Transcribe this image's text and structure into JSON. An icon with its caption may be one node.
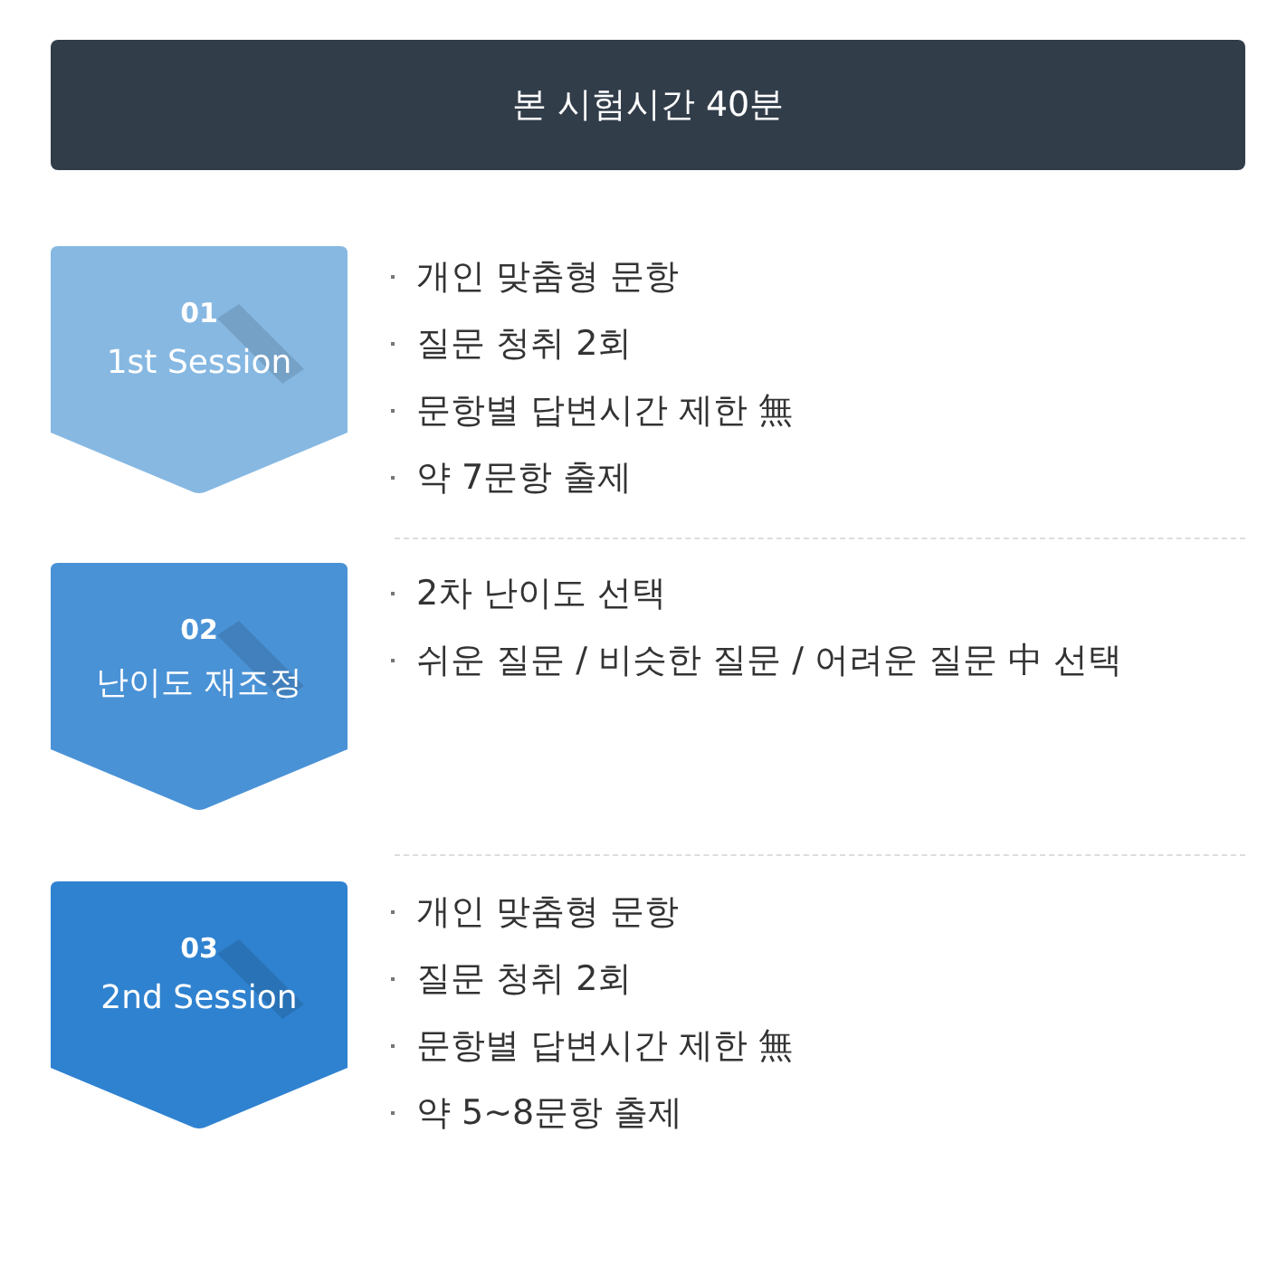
{
  "diagram": {
    "nodes": [
      {
        "text": [
          "본 시험시간 40분"
        ]
      },
      {
        "text": [
          "01",
          "1st Session"
        ],
        "beside": [
          "개인 맞춤형 문항",
          "질문 청취 2회",
          "문항별 답변시간 제한 無",
          "약 7문항 출제"
        ]
      },
      {
        "text": [
          "02",
          "난이도 재조정"
        ],
        "beside": [
          "2차 난이도 선택",
          "쉬운 질문 / 비슷한 질문 / 어려운 질문 中 선택"
        ]
      },
      {
        "text": [
          "03",
          "2nd Session"
        ],
        "beside": [
          "개인 맞춤형 문항",
          "질문 청취 2회",
          "문항별 답변시간 제한 無",
          "약 5~8문항 출제"
        ]
      }
    ]
  }
}
